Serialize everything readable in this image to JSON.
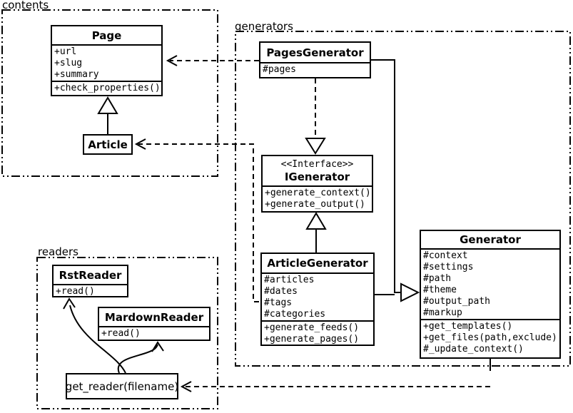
{
  "packages": {
    "contents": {
      "label": "contents"
    },
    "generators": {
      "label": "generators"
    },
    "readers": {
      "label": "readers"
    }
  },
  "classes": {
    "page": {
      "name": "Page",
      "attrs": [
        "+url",
        "+slug",
        "+summary"
      ],
      "methods": [
        "+check_properties()"
      ]
    },
    "article": {
      "name": "Article"
    },
    "pages_generator": {
      "name": "PagesGenerator",
      "attrs": [
        "#pages"
      ]
    },
    "igenerator": {
      "stereotype": "<<Interface>>",
      "name": "IGenerator",
      "methods": [
        "+generate_context()",
        "+generate_output()"
      ]
    },
    "article_generator": {
      "name": "ArticleGenerator",
      "attrs": [
        "#articles",
        "#dates",
        "#tags",
        "#categories"
      ],
      "methods": [
        "+generate_feeds()",
        "+generate_pages()"
      ]
    },
    "generator": {
      "name": "Generator",
      "attrs": [
        "#context",
        "#settings",
        "#path",
        "#theme",
        "#output_path",
        "#markup"
      ],
      "methods": [
        "+get_templates()",
        "+get_files(path,exclude)",
        "#_update_context()"
      ]
    },
    "rst_reader": {
      "name": "RstReader",
      "methods": [
        "+read()"
      ]
    },
    "mardown_reader": {
      "name": "MardownReader",
      "methods": [
        "+read()"
      ]
    },
    "get_reader": {
      "label": "get_reader(filename)"
    }
  },
  "relationships": [
    {
      "from": "Article",
      "to": "Page",
      "type": "generalization"
    },
    {
      "from": "PagesGenerator",
      "to": "Page",
      "type": "dependency"
    },
    {
      "from": "ArticleGenerator",
      "to": "Article",
      "type": "dependency"
    },
    {
      "from": "PagesGenerator",
      "to": "IGenerator",
      "type": "realization"
    },
    {
      "from": "ArticleGenerator",
      "to": "IGenerator",
      "type": "generalization"
    },
    {
      "from": "PagesGenerator",
      "to": "Generator",
      "type": "generalization"
    },
    {
      "from": "ArticleGenerator",
      "to": "Generator",
      "type": "generalization"
    },
    {
      "from": "Generator",
      "to": "get_reader(filename)",
      "type": "dependency"
    },
    {
      "from": "get_reader(filename)",
      "to": "RstReader",
      "type": "arrow"
    },
    {
      "from": "get_reader(filename)",
      "to": "MardownReader",
      "type": "arrow"
    }
  ],
  "colors": {
    "line": "#000000",
    "background": "#ffffff"
  }
}
